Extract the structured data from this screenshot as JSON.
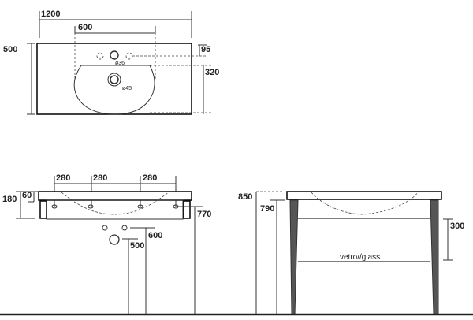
{
  "top_view": {
    "width": "1200",
    "tap_span": "600",
    "depth": "500",
    "tap_offset": "95",
    "basin_depth": "320",
    "tap_hole": "ø36",
    "drain_hole": "ø45"
  },
  "front_view": {
    "spacing": [
      "280",
      "280",
      "280"
    ],
    "total_height": "180",
    "slab_height": "60",
    "bracket_height": "770",
    "supply_height": "600",
    "drain_height": "500"
  },
  "side_view": {
    "top_height": "850",
    "underside_height": "790",
    "shelf_gap": "300",
    "shelf_label": "vetro//glass"
  }
}
